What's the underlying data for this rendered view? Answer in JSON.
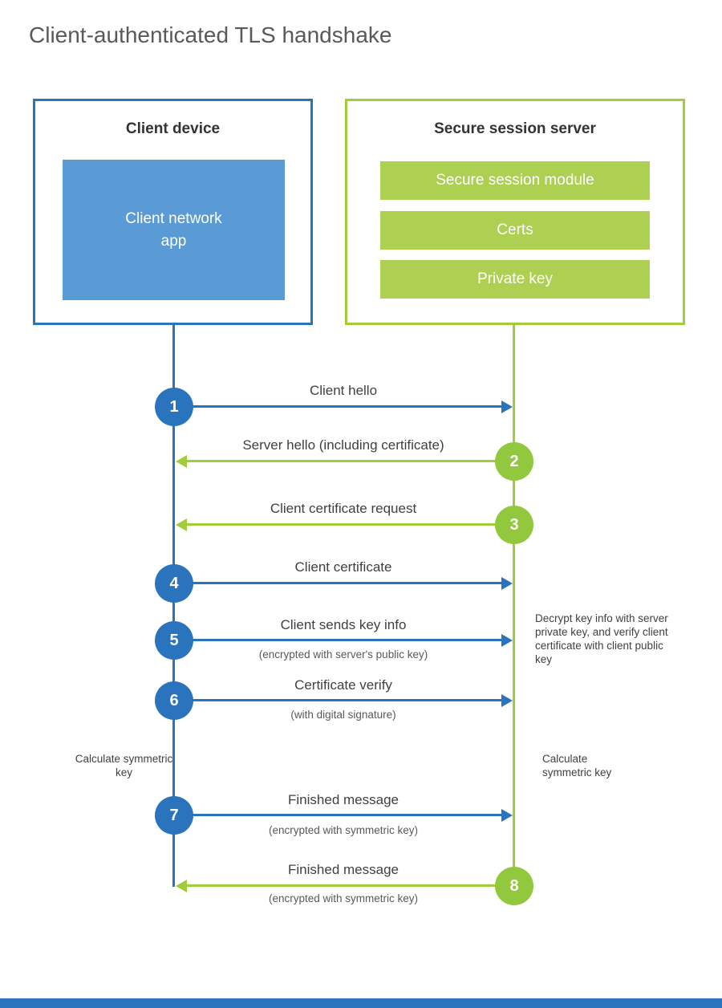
{
  "title": "Client-authenticated TLS handshake",
  "client": {
    "title": "Client device",
    "app_label": "Client network app"
  },
  "server": {
    "title": "Secure session server",
    "modules": [
      "Secure session module",
      "Certs",
      "Private key"
    ]
  },
  "messages": [
    {
      "num": "1",
      "label": "Client hello",
      "sub": "",
      "direction": "client-to-server"
    },
    {
      "num": "2",
      "label": "Server hello (including certificate)",
      "sub": "",
      "direction": "server-to-client"
    },
    {
      "num": "3",
      "label": "Client certificate request",
      "sub": "",
      "direction": "server-to-client"
    },
    {
      "num": "4",
      "label": "Client certificate",
      "sub": "",
      "direction": "client-to-server"
    },
    {
      "num": "5",
      "label": "Client sends key info",
      "sub": "(encrypted with server's public key)",
      "direction": "client-to-server"
    },
    {
      "num": "6",
      "label": "Certificate verify",
      "sub": "(with digital signature)",
      "direction": "client-to-server"
    },
    {
      "num": "7",
      "label": "Finished message",
      "sub": "(encrypted with symmetric key)",
      "direction": "client-to-server"
    },
    {
      "num": "8",
      "label": "Finished message",
      "sub": "(encrypted with symmetric key)",
      "direction": "server-to-client"
    }
  ],
  "annotations": {
    "decrypt_note": "Decrypt key info with server private key, and verify client certificate with client public key",
    "calculate_left": "Calculate symmetric key",
    "calculate_right": "Calculate symmetric key"
  },
  "colors": {
    "blue": "#2a73bd",
    "blue_fill": "#5b9bd5",
    "green": "#a3cc3b",
    "green_fill": "#adcf52",
    "green_circle": "#92c83e"
  }
}
